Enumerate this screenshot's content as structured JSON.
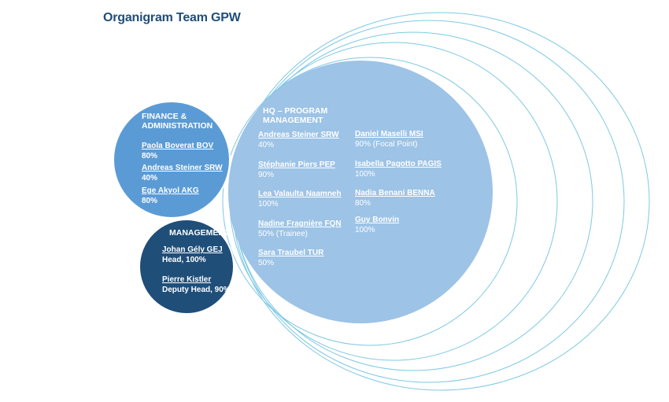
{
  "title": "Organigram Team GPW",
  "colors": {
    "title": "#1f4e79",
    "hq_circle": "#9dc3e6",
    "finance_circle": "#5b9bd5",
    "management_circle": "#1f4e79",
    "rings": "#7ec8e3"
  },
  "finance": {
    "title_line1": "FINANCE &",
    "title_line2": "ADMINISTRATION",
    "members": [
      {
        "name": "Paola Boverat BOV",
        "role": "80%"
      },
      {
        "name": "Andreas Steiner SRW",
        "role": "40%"
      },
      {
        "name": "Ege Akyol AKG",
        "role": "80%"
      }
    ]
  },
  "management": {
    "title": "MANAGEMENT",
    "members": [
      {
        "name": "Johan Gély GEJ",
        "role": "Head, 100%"
      },
      {
        "name": "Pierre Kistler",
        "role": "Deputy Head, 90%"
      }
    ]
  },
  "hq": {
    "title_line1": "HQ – PROGRAM",
    "title_line2": "MANAGEMENT",
    "left": [
      {
        "name": "Andreas Steiner SRW",
        "role": "40%"
      },
      {
        "name": "Stéphanie Piers PEP",
        "role": "90%"
      },
      {
        "name": "Lea Valaulta Naamneh",
        "role": "100%"
      },
      {
        "name": "Nadine Fragnière FQN",
        "role": "50% (Trainee)"
      },
      {
        "name": "Sara Traubel TUR",
        "role": "50%"
      }
    ],
    "right": [
      {
        "name": "Daniel Maselli MSI",
        "role": "90% (Focal Point)"
      },
      {
        "name": "Isabella Pagotto PAGIS",
        "role": "100%"
      },
      {
        "name": "Nadia Benani BENNA",
        "role": "80%"
      },
      {
        "name": "Guy Bonvin",
        "role": "100%"
      }
    ]
  }
}
